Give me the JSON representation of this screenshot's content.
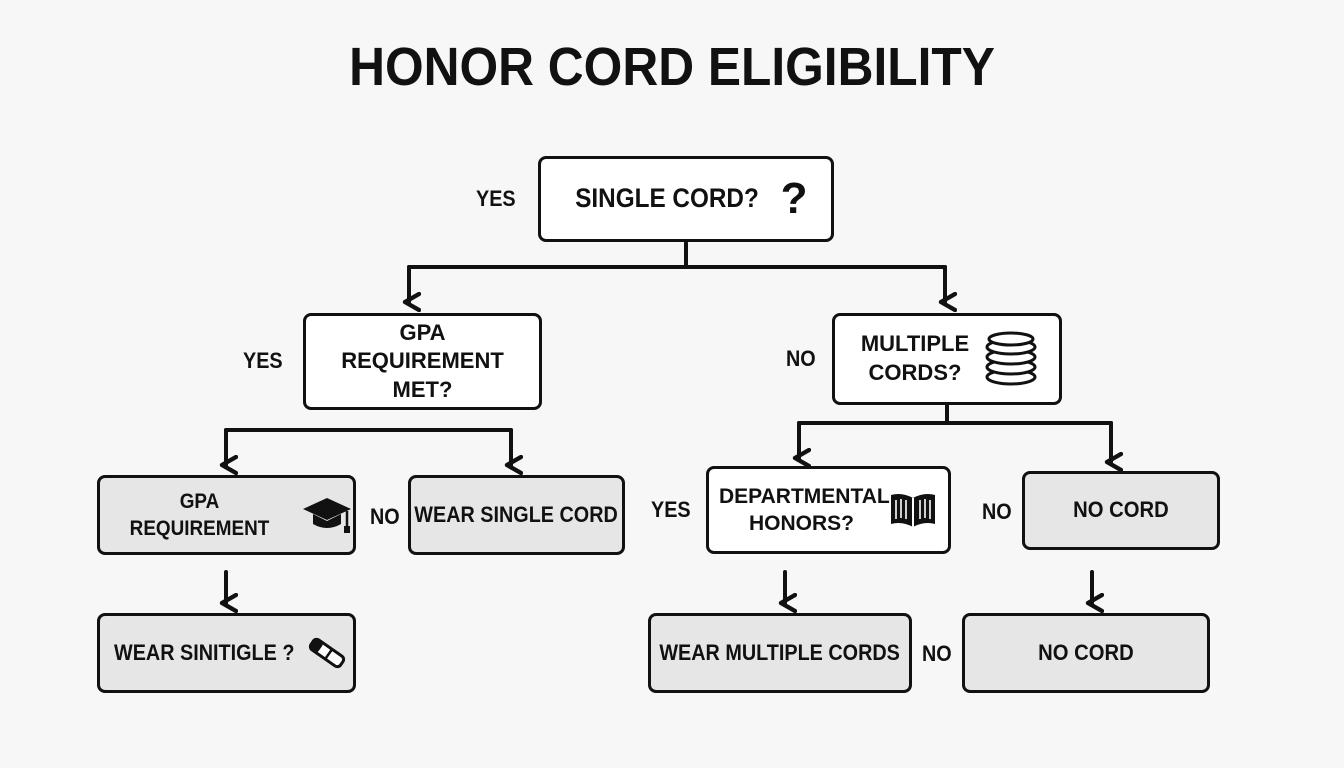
{
  "title": "HONOR CORD ELIGIBILITY",
  "nodes": {
    "single_cord": "SINGLE CORD?",
    "gpa_met": "GPA REQUIREMENT MET?",
    "multiple_cords": "MULTIPLE CORDS?",
    "gpa_requirement": "GPA REQUIREMENT",
    "wear_single_cord": "WEAR SINGLE CORD",
    "departmental_honors": "DEPARTMENTAL HONORS?",
    "no_cord_top": "NO CORD",
    "wear_sinitigle": "WEAR SINITIGLE ?",
    "wear_multiple_cords": "WEAR MULTIPLE CORDS",
    "no_cord_bottom": "NO CORD"
  },
  "labels": {
    "yes_single": "YES",
    "yes_gpa": "YES",
    "no_multiple": "NO",
    "no_gpa_requirement": "NO",
    "yes_departmental": "YES",
    "no_departmental": "NO",
    "no_wear_multiple": "NO"
  },
  "icons": {
    "single_cord": "question-mark-icon",
    "multiple_cords": "stacked-cords-icon",
    "gpa_requirement": "graduation-cap-icon",
    "departmental_honors": "open-book-icon",
    "wear_sinitigle": "diploma-scroll-icon"
  },
  "colors": {
    "line": "#111111",
    "box_white": "#ffffff",
    "box_gray": "#e6e6e6"
  }
}
